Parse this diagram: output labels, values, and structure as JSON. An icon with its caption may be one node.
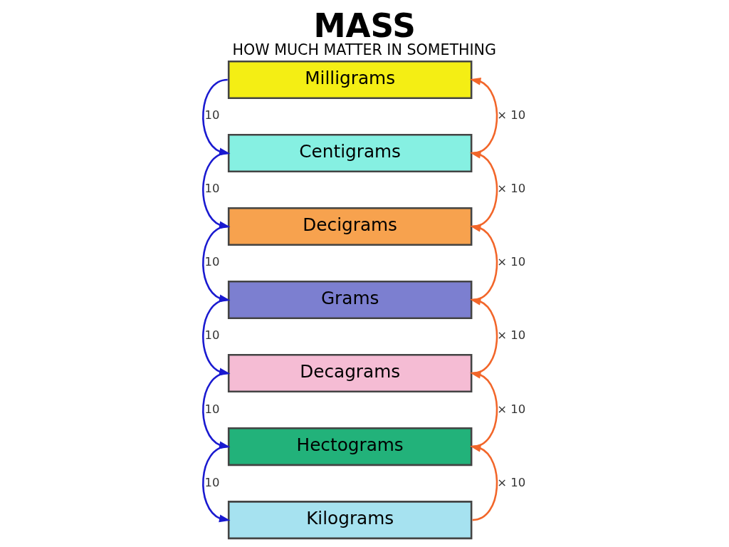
{
  "diagram": {
    "title": "MASS",
    "caption": "HOW MUCH MATTER IN SOMETHING",
    "nodes": [
      {
        "text": [
          "Milligrams"
        ]
      },
      {
        "text": [
          "Centigrams"
        ]
      },
      {
        "text": [
          "Decigrams"
        ]
      },
      {
        "text": [
          "Grams"
        ]
      },
      {
        "text": [
          "Decagrams"
        ]
      },
      {
        "text": [
          "Hectograms"
        ]
      },
      {
        "text": [
          "Kilograms"
        ]
      }
    ],
    "edges": [
      {
        "from": 0,
        "to": 1,
        "arrow": "to",
        "label": "10",
        "color": "#1a1ad0"
      },
      {
        "from": 1,
        "to": 2,
        "arrow": "to",
        "label": "10",
        "color": "#1a1ad0"
      },
      {
        "from": 2,
        "to": 3,
        "arrow": "to",
        "label": "10",
        "color": "#1a1ad0"
      },
      {
        "from": 3,
        "to": 4,
        "arrow": "to",
        "label": "10",
        "color": "#1a1ad0"
      },
      {
        "from": 4,
        "to": 5,
        "arrow": "to",
        "label": "10",
        "color": "#1a1ad0"
      },
      {
        "from": 5,
        "to": 6,
        "arrow": "to",
        "label": "10",
        "color": "#1a1ad0"
      },
      {
        "from": 1,
        "to": 0,
        "arrow": "to",
        "label": "× 10",
        "color": "#f2662a"
      },
      {
        "from": 2,
        "to": 1,
        "arrow": "to",
        "label": "× 10",
        "color": "#f2662a"
      },
      {
        "from": 3,
        "to": 2,
        "arrow": "to",
        "label": "× 10",
        "color": "#f2662a"
      },
      {
        "from": 4,
        "to": 3,
        "arrow": "to",
        "label": "× 10",
        "color": "#f2662a"
      },
      {
        "from": 5,
        "to": 4,
        "arrow": "to",
        "label": "× 10",
        "color": "#f2662a"
      },
      {
        "from": 6,
        "to": 5,
        "arrow": "to",
        "label": "× 10",
        "color": "#f2662a"
      }
    ]
  }
}
